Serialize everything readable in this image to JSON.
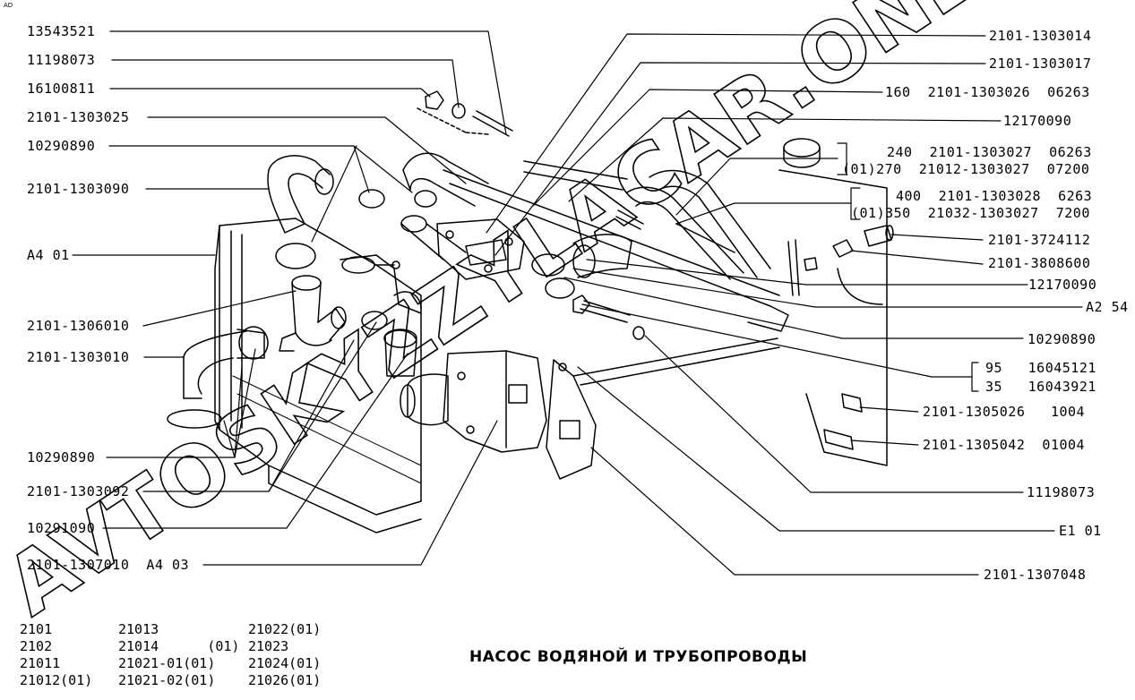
{
  "corner_mark": "AD",
  "title": "НАСОС ВОДЯНОЙ И ТРУБОПРОВОДЫ",
  "watermark": "AVTOSKYZZYLACAR.ONLINE",
  "left_labels": [
    "13543521",
    "11198073",
    "16100811",
    "2101-1303025",
    "10290890",
    "2101-1303090",
    "A4 01",
    "2101-1306010",
    "2101-1303010",
    "10290890",
    "2101-1303092",
    "10291090",
    "2101-1307010  A4 03"
  ],
  "right_labels": [
    "2101-1303014",
    "2101-1303017",
    "160  2101-1303026  06263",
    "12170090",
    "240  2101-1303027  06263",
    "(01)270  21012-1303027  07200",
    "400  2101-1303028  6263",
    "(01)350  21032-1303027  7200",
    "2101-3724112",
    "2101-3808600",
    "12170090",
    "A2 54",
    "10290890",
    "95   16045121",
    "35   16043921",
    "2101-1305026   1004",
    "2101-1305042  01004",
    "11198073",
    "E1 01",
    "2101-1307048"
  ],
  "models": [
    [
      "2101",
      "21013",
      "21022(01)"
    ],
    [
      "2102",
      "21014      (01)",
      "21023"
    ],
    [
      "21011",
      "21021-01(01)",
      "21024(01)"
    ],
    [
      "21012(01)",
      "21021-02(01)",
      "21026(01)"
    ]
  ]
}
